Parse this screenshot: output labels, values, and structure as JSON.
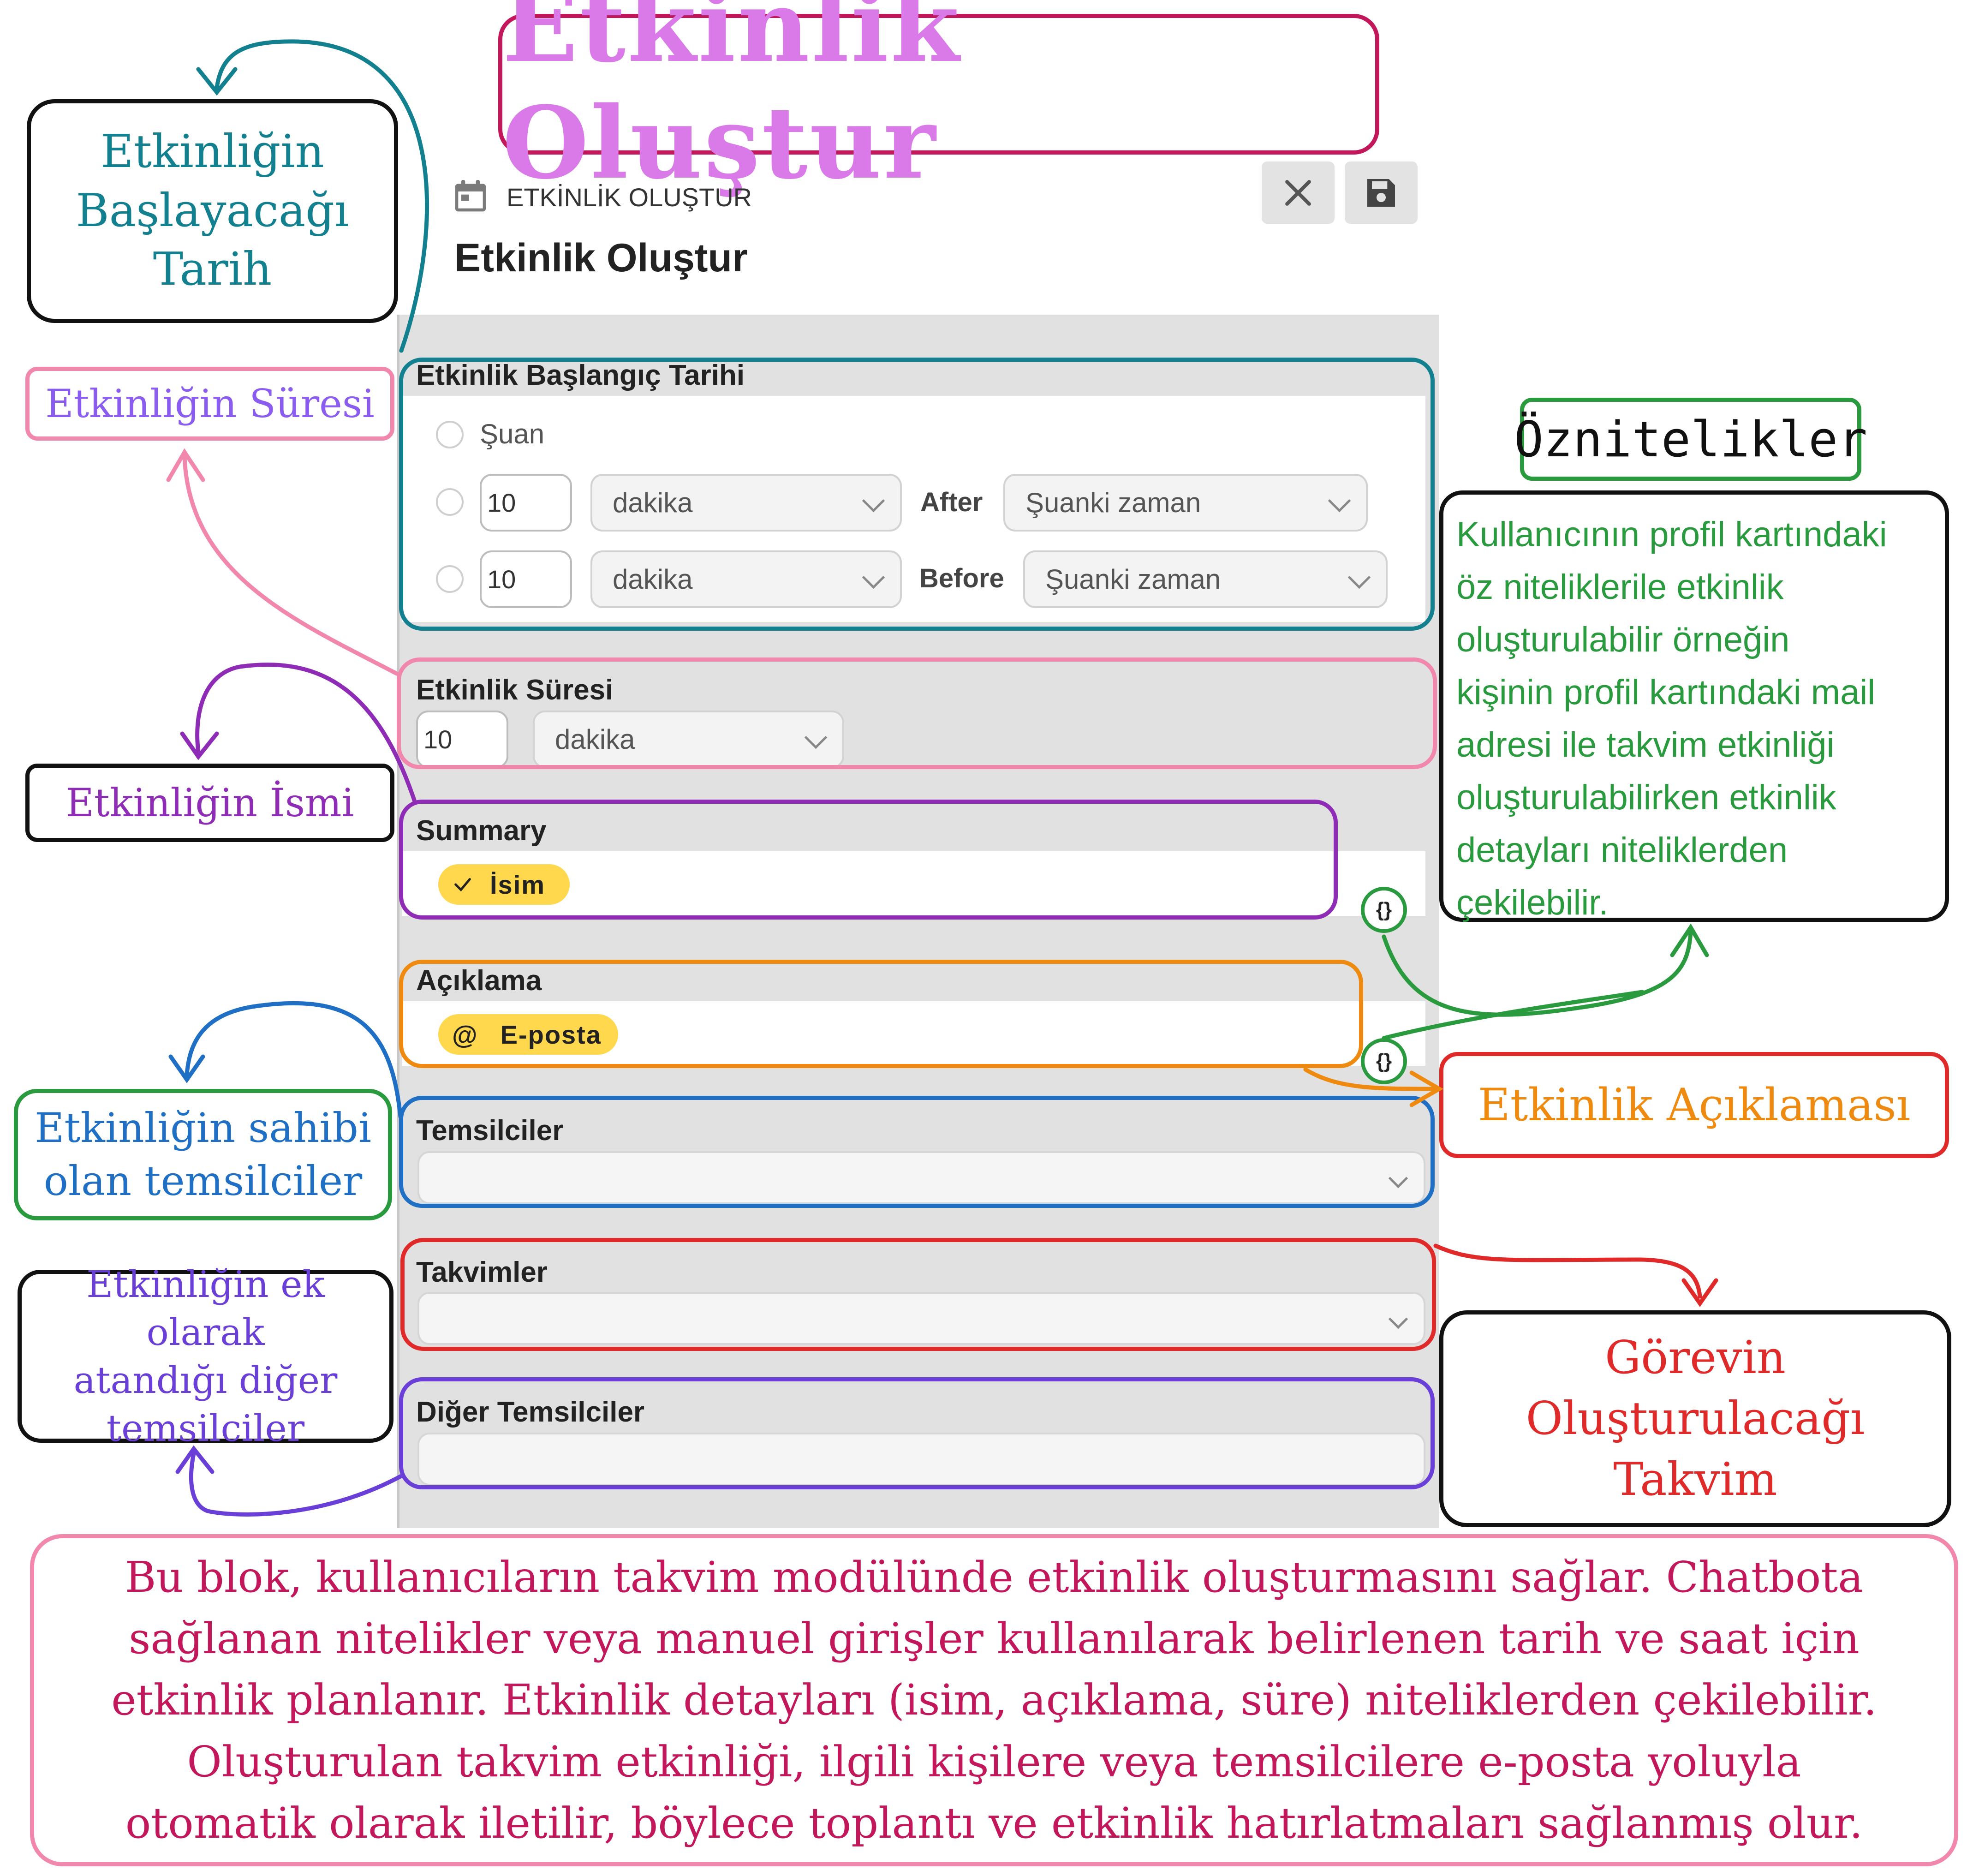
{
  "title": "Etkinlik Oluştur",
  "panel": {
    "header_label": "ETKİNLİK OLUŞTUR",
    "heading": "Etkinlik Oluştur",
    "start": {
      "title": "Etkinlik Başlangıç Tarihi",
      "now_label": "Şuan",
      "after": {
        "value": "10",
        "unit": "dakika",
        "label": "After",
        "reference": "Şuanki zaman"
      },
      "before": {
        "value": "10",
        "unit": "dakika",
        "label": "Before",
        "reference": "Şuanki zaman"
      }
    },
    "duration": {
      "title": "Etkinlik Süresi",
      "value": "10",
      "unit": "dakika"
    },
    "summary": {
      "title": "Summary",
      "tag": "İsim"
    },
    "description": {
      "title": "Açıklama",
      "tag": "E-posta"
    },
    "representatives": {
      "title": "Temsilciler"
    },
    "calendars": {
      "title": "Takvimler"
    },
    "other_representatives": {
      "title": "Diğer Temsilciler"
    }
  },
  "annotations": {
    "start_date": [
      "Etkinliğin",
      "Başlayacağı",
      "Tarih"
    ],
    "duration": "Etkinliğin Süresi",
    "name": "Etkinliğin İsmi",
    "owners": [
      "Etkinliğin sahibi",
      "olan temsilciler"
    ],
    "others": [
      "Etkinliğin ek olarak",
      "atandığı diğer",
      "temsilciler"
    ],
    "attributes_title": "Öznitelikler",
    "attributes_text": [
      "Kullanıcının profil kartındaki",
      "öz niteliklerile etkinlik",
      "oluşturulabilir örneğin",
      "kişinin profil kartındaki mail",
      "adresi ile takvim etkinliği",
      "oluşturulabilirken etkinlik",
      "detayları niteliklerden",
      "çekilebilir."
    ],
    "description": "Etkinlik Açıklaması",
    "calendar": [
      "Görevin",
      "Oluşturulacağı",
      "Takvim"
    ]
  },
  "footer": [
    "Bu blok, kullanıcıların takvim modülünde etkinlik oluşturmasını sağlar. Chatbota",
    "sağlanan nitelikler veya manuel girişler kullanılarak belirlenen tarih ve saat için",
    "etkinlik planlanır. Etkinlik detayları (isim, açıklama, süre) niteliklerden çekilebilir.",
    "Oluşturulan takvim etkinliği, ilgili kişilere veya temsilcilere e-posta yoluyla",
    "otomatik olarak iletilir, böylece toplantı ve etkinlik hatırlatmaları sağlanmış olur."
  ],
  "colors": {
    "teal": "#13808f",
    "pink": "#f287ad",
    "purple": "#8e2cb6",
    "orange": "#ef8a10",
    "blue": "#1f6fc4",
    "red": "#e02a2a",
    "violet": "#6a3fd8",
    "green": "#2a9a3e",
    "magenta": "#c2185b",
    "tag_yellow": "#ffd84d"
  },
  "icons": [
    "calendar-icon",
    "close-icon",
    "save-icon",
    "check-icon",
    "at-icon",
    "chevron-down-icon",
    "braces-icon"
  ]
}
